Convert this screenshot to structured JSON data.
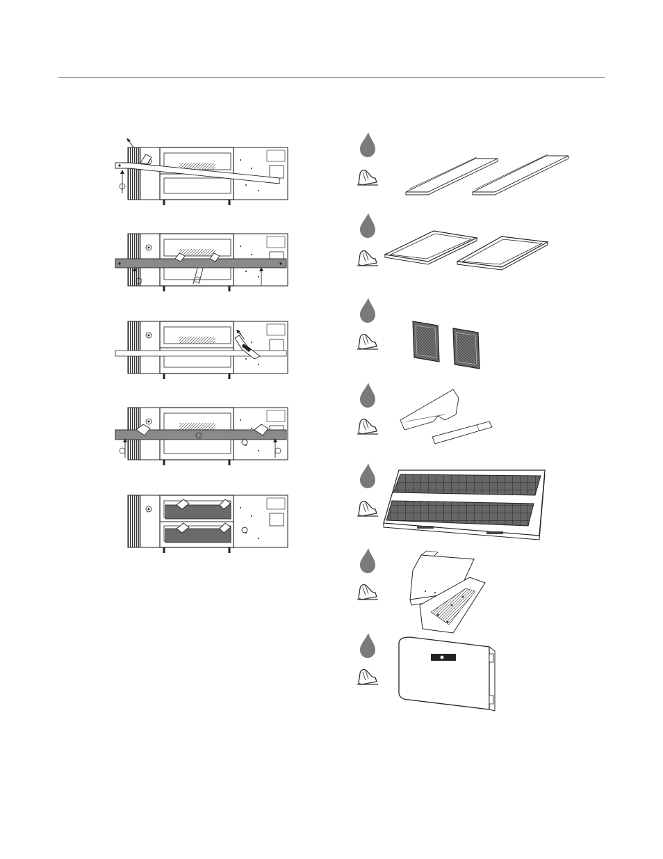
{
  "page": {
    "header_rule": true
  },
  "left_column": {
    "steps": [
      {
        "id": "step-1",
        "callouts": 1
      },
      {
        "id": "step-2",
        "callouts": 3
      },
      {
        "id": "step-3",
        "callouts": 0
      },
      {
        "id": "step-4",
        "callouts": 3
      },
      {
        "id": "step-5",
        "callouts": 0
      }
    ]
  },
  "right_column": {
    "rows": [
      {
        "icons": [
          "water-drop-icon",
          "hand-wash-icon"
        ],
        "part": "crumb-trays"
      },
      {
        "icons": [
          "water-drop-icon",
          "hand-wash-icon"
        ],
        "part": "conveyor-frames"
      },
      {
        "icons": [
          "water-drop-icon",
          "hand-wash-icon"
        ],
        "part": "mesh-filters"
      },
      {
        "icons": [
          "water-drop-icon",
          "hand-wash-icon"
        ],
        "part": "end-plugs"
      },
      {
        "icons": [
          "water-drop-icon",
          "hand-wash-icon"
        ],
        "part": "conveyor-belt"
      },
      {
        "icons": [
          "water-drop-icon",
          "hand-wash-icon"
        ],
        "part": "air-fingers"
      },
      {
        "icons": [
          "water-drop-icon",
          "hand-wash-icon"
        ],
        "part": "front-door"
      }
    ]
  },
  "colors": {
    "line": "#222222",
    "drop": "#7a7a7a",
    "dark_fill": "#555555",
    "rule": "#9a9a9a"
  }
}
